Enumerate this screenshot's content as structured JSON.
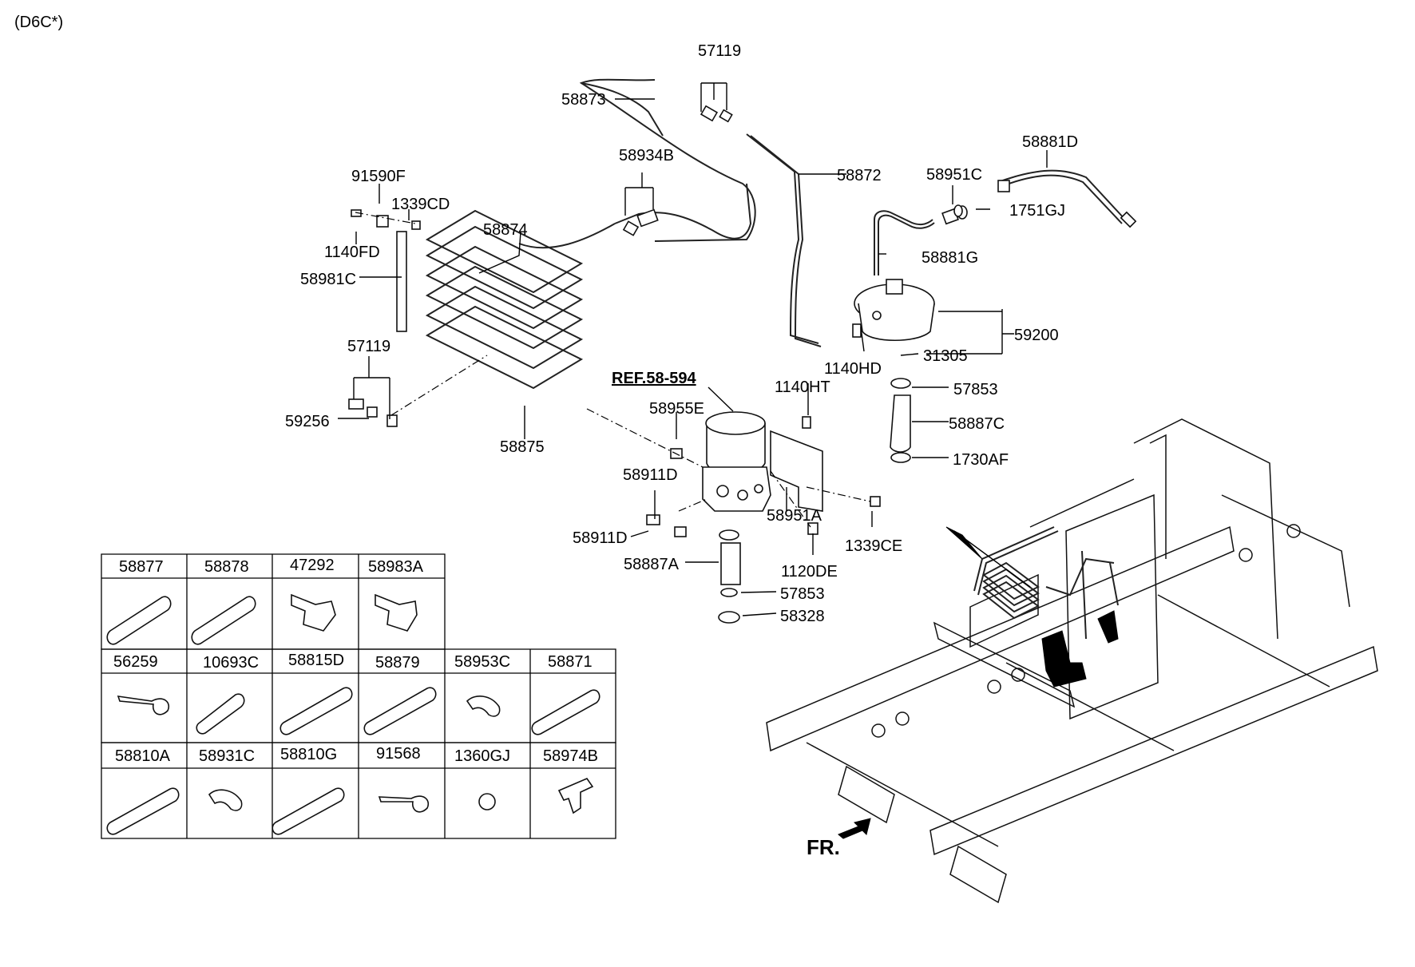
{
  "header": {
    "variant": "(D6C*)"
  },
  "callouts": {
    "c57119_top": "57119",
    "c58873": "58873",
    "c58934B": "58934B",
    "c58872": "58872",
    "c58881D": "58881D",
    "c91590F": "91590F",
    "c1339CD": "1339CD",
    "c58874": "58874",
    "c58951C": "58951C",
    "c1751GJ": "1751GJ",
    "c1140FD": "1140FD",
    "c58881G": "58881G",
    "c58981C": "58981C",
    "c59200": "59200",
    "c57119_left": "57119",
    "c31305": "31305",
    "c1140HD": "1140HD",
    "cREF": "REF.58-594",
    "c1140HT": "1140HT",
    "c57853_top": "57853",
    "c58955E": "58955E",
    "c59256": "59256",
    "c58887C": "58887C",
    "c58875": "58875",
    "c1730AF": "1730AF",
    "c58911D_a": "58911D",
    "c58951A": "58951A",
    "c58911D_b": "58911D",
    "c1339CE": "1339CE",
    "c58887A": "58887A",
    "c1120DE": "1120DE",
    "c57853_bot": "57853",
    "c58328": "58328",
    "cFR": "FR."
  },
  "parts_table": {
    "row1": [
      "58877",
      "58878",
      "47292",
      "58983A"
    ],
    "row2": [
      "56259",
      "10693C",
      "58815D",
      "58879",
      "58953C",
      "58871"
    ],
    "row3": [
      "58810A",
      "58931C",
      "58810G",
      "91568",
      "1360GJ",
      "58974B"
    ]
  }
}
